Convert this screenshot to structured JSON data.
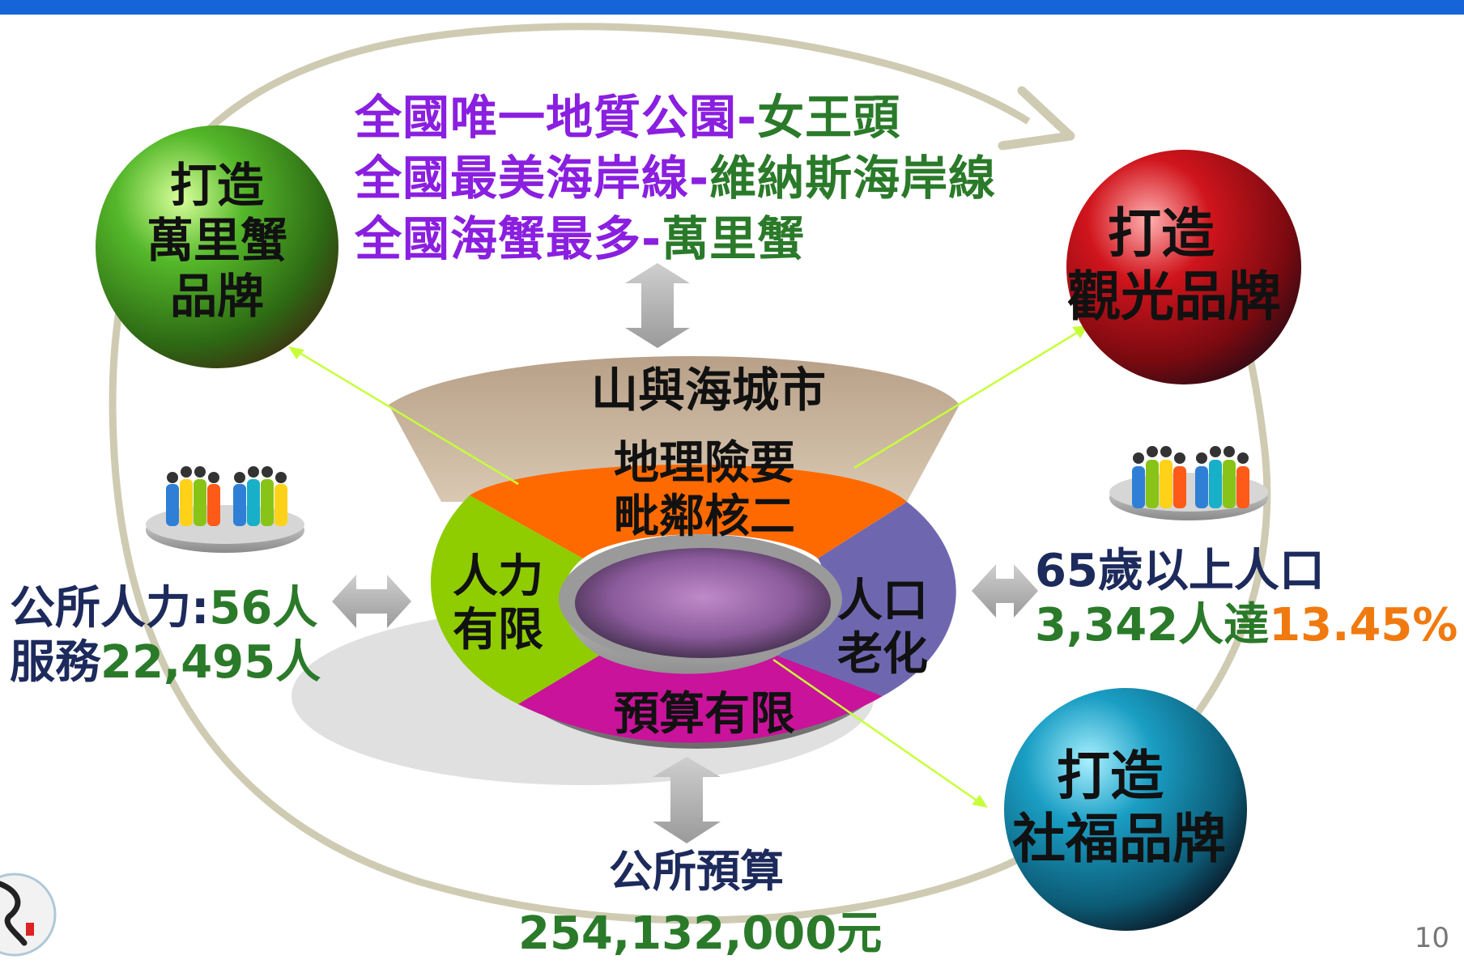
{
  "spheres": {
    "crab": {
      "line1": "打造",
      "line2": "萬里蟹",
      "line3": "品牌",
      "color": "#2f8f1e"
    },
    "tourism": {
      "line1": "打造",
      "line2": "觀光品牌",
      "color": "#c2121a"
    },
    "welfare": {
      "line1": "打造",
      "line2": "社福品牌",
      "color": "#1a8db0"
    }
  },
  "headlines": [
    {
      "main": "全國唯一地質公園",
      "sep": "-",
      "tail": "女王頭"
    },
    {
      "main": "全國最美海岸線",
      "sep": "-",
      "tail": "維納斯海岸線"
    },
    {
      "main": "全國海蟹最多",
      "sep": "-",
      "tail": "萬里蟹"
    }
  ],
  "center": {
    "cap": "山與海城市",
    "top_segment": {
      "line1": "地理險要",
      "line2": "毗鄰核二"
    },
    "left_segment": {
      "line1": "人力",
      "line2": "有限"
    },
    "right_segment": {
      "line1": "人口",
      "line2": "老化"
    },
    "bottom_segment": "預算有限"
  },
  "left_info": {
    "line1_label": "公所人力:",
    "line1_value": "56人",
    "line2_label": "服務",
    "line2_value": "22,495人"
  },
  "right_info": {
    "line1": "65歲以上人口",
    "line2_value": "3,342人達",
    "line2_pct": "13.45%"
  },
  "bottom_info": {
    "label": "公所預算",
    "value": "254,132,000元"
  },
  "page_number": "10",
  "colors": {
    "title_bar": "#1565d8",
    "headline": "#8a1fe0",
    "value_green": "#2a7a2a",
    "label_navy": "#1d2a5c",
    "percent_orange": "#f07a10",
    "seg_orange": "#ff6a00",
    "seg_green": "#8fcc00",
    "seg_purple": "#6e67b0",
    "seg_magenta": "#c8139a",
    "cap_beige": "#c8b49c"
  }
}
